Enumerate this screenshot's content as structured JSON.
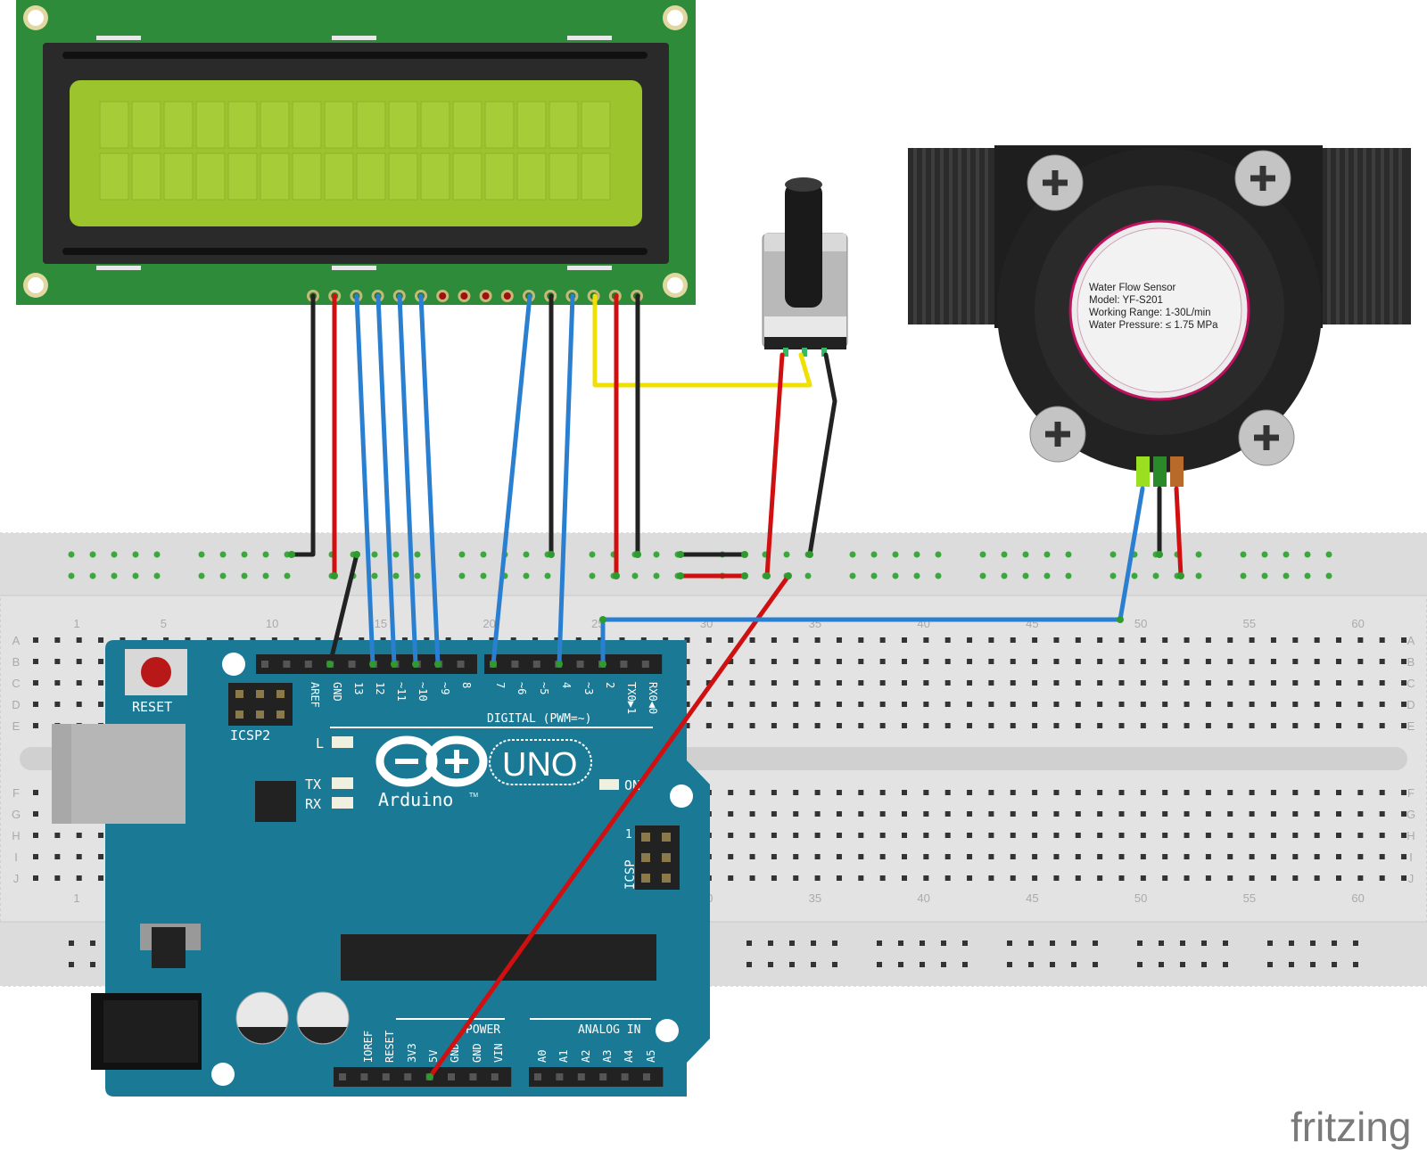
{
  "breadboard": {
    "column_numbers": [
      "1",
      "5",
      "10",
      "15",
      "20",
      "25",
      "30",
      "35",
      "40",
      "45",
      "50",
      "55",
      "60"
    ],
    "row_letters_top": [
      "A",
      "B",
      "C",
      "D",
      "E"
    ],
    "row_letters_bottom": [
      "F",
      "G",
      "H",
      "I",
      "J"
    ]
  },
  "arduino": {
    "reset_label": "RESET",
    "icsp2_label": "ICSP2",
    "icsp_label": "ICSP",
    "logo_text": "Arduino",
    "tm": "TM",
    "model_text": "UNO",
    "digital_label": "DIGITAL (PWM=~)",
    "power_label": "POWER",
    "analog_label": "ANALOG IN",
    "led_l": "L",
    "led_tx": "TX",
    "led_rx": "RX",
    "on_label": "ON",
    "icsp_pin1": "1",
    "header_top_pins": [
      "AREF",
      "GND",
      "13",
      "12",
      "~11",
      "~10",
      "~9",
      "8",
      "7",
      "~6",
      "~5",
      "4",
      "~3",
      "2",
      "TX0▶1",
      "RX0◀0"
    ],
    "header_power_pins": [
      "IOREF",
      "RESET",
      "3V3",
      "5V",
      "GND",
      "GND",
      "VIN"
    ],
    "header_analog_pins": [
      "A0",
      "A1",
      "A2",
      "A3",
      "A4",
      "A5"
    ]
  },
  "flow_sensor": {
    "label_lines": [
      "Water Flow Sensor",
      "Model: YF-S201",
      "Working Range: 1-30L/min",
      "Water Pressure: ≤ 1.75 MPa"
    ]
  },
  "watermark": "fritzing",
  "colors": {
    "pcb": "#1a7a96",
    "lcd_board": "#2e8b2e",
    "lcd_screen": "#98c430",
    "breadboard": "#e4e4e4",
    "wire_black": "#222222",
    "wire_red": "#d01010",
    "wire_blue": "#2a7fd0",
    "wire_yellow": "#f0e000"
  }
}
